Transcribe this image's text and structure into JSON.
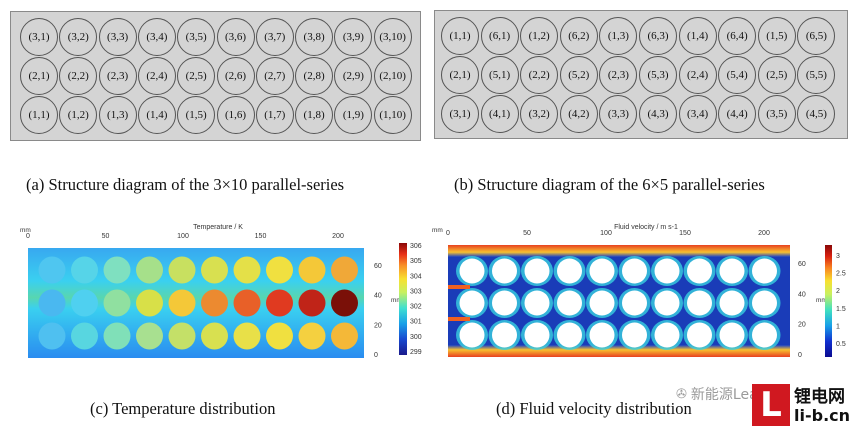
{
  "panel_a": {
    "rows": [
      [
        "(3,1)",
        "(3,2)",
        "(3,3)",
        "(3,4)",
        "(3,5)",
        "(3,6)",
        "(3,7)",
        "(3,8)",
        "(3,9)",
        "(3,10)"
      ],
      [
        "(2,1)",
        "(2,2)",
        "(2,3)",
        "(2,4)",
        "(2,5)",
        "(2,6)",
        "(2,7)",
        "(2,8)",
        "(2,9)",
        "(2,10)"
      ],
      [
        "(1,1)",
        "(1,2)",
        "(1,3)",
        "(1,4)",
        "(1,5)",
        "(1,6)",
        "(1,7)",
        "(1,8)",
        "(1,9)",
        "(1,10)"
      ]
    ],
    "caption": "(a) Structure diagram of the 3×10 parallel-series"
  },
  "panel_b": {
    "rows": [
      [
        "(1,1)",
        "(6,1)",
        "(1,2)",
        "(6,2)",
        "(1,3)",
        "(6,3)",
        "(1,4)",
        "(6,4)",
        "(1,5)",
        "(6,5)"
      ],
      [
        "(2,1)",
        "(5,1)",
        "(2,2)",
        "(5,2)",
        "(2,3)",
        "(5,3)",
        "(2,4)",
        "(5,4)",
        "(2,5)",
        "(5,5)"
      ],
      [
        "(3,1)",
        "(4,1)",
        "(3,2)",
        "(4,2)",
        "(3,3)",
        "(4,3)",
        "(3,4)",
        "(4,4)",
        "(3,5)",
        "(4,5)"
      ]
    ],
    "caption": "(b) Structure diagram of the 6×5 parallel-series"
  },
  "panel_c": {
    "title": "Temperature / K",
    "unit_top": "mm",
    "unit_right": "mm",
    "x_ticks": [
      "0",
      "50",
      "100",
      "150",
      "200"
    ],
    "y_ticks": [
      "60",
      "40",
      "20",
      "0"
    ],
    "colorbar_ticks": [
      "306",
      "305",
      "304",
      "303",
      "302",
      "301",
      "300",
      "299"
    ],
    "caption": "(c) Temperature distribution",
    "cell_colors": [
      [
        "#4fc6f0",
        "#56d4e8",
        "#7fe0c0",
        "#a6e08a",
        "#c8e060",
        "#d8e050",
        "#e4e048",
        "#f0e040",
        "#f4c838",
        "#f0a838"
      ],
      [
        "#4ab8f0",
        "#4fd0f0",
        "#90e0a0",
        "#d8e048",
        "#f4c838",
        "#ec8a30",
        "#e86028",
        "#e03a20",
        "#c02418",
        "#7a1008"
      ],
      [
        "#4fc0f0",
        "#58d6e0",
        "#80e0b8",
        "#a8e090",
        "#c4e068",
        "#d8e050",
        "#e8e048",
        "#f0e040",
        "#f4d040",
        "#f4b838"
      ]
    ],
    "gradient": [
      "#1a1a8c",
      "#1848d0",
      "#18a0e8",
      "#40e0d0",
      "#c8f060",
      "#f8e030",
      "#f89028",
      "#e83018",
      "#8a0808"
    ]
  },
  "panel_d": {
    "title": "Fluid velocity / m s-1",
    "unit_top": "mm",
    "unit_right": "mm",
    "x_ticks": [
      "0",
      "50",
      "100",
      "150",
      "200"
    ],
    "y_ticks": [
      "60",
      "40",
      "20",
      "0"
    ],
    "colorbar_ticks": [
      "3",
      "2.5",
      "2",
      "1.5",
      "1",
      "0.5"
    ],
    "caption": "(d) Fluid velocity distribution",
    "gradient": [
      "#0a0a90",
      "#1030d0",
      "#18a0e8",
      "#40e0c0",
      "#c8f060",
      "#f8e030",
      "#f88020",
      "#d82010",
      "#8a0808"
    ]
  },
  "watermark": {
    "wechat_text": "新能源Leader",
    "brand_cn": "锂电网",
    "brand_url": "li-b.cn",
    "logo_letter": "L",
    "colors": {
      "logo_red": "#d01820"
    }
  }
}
